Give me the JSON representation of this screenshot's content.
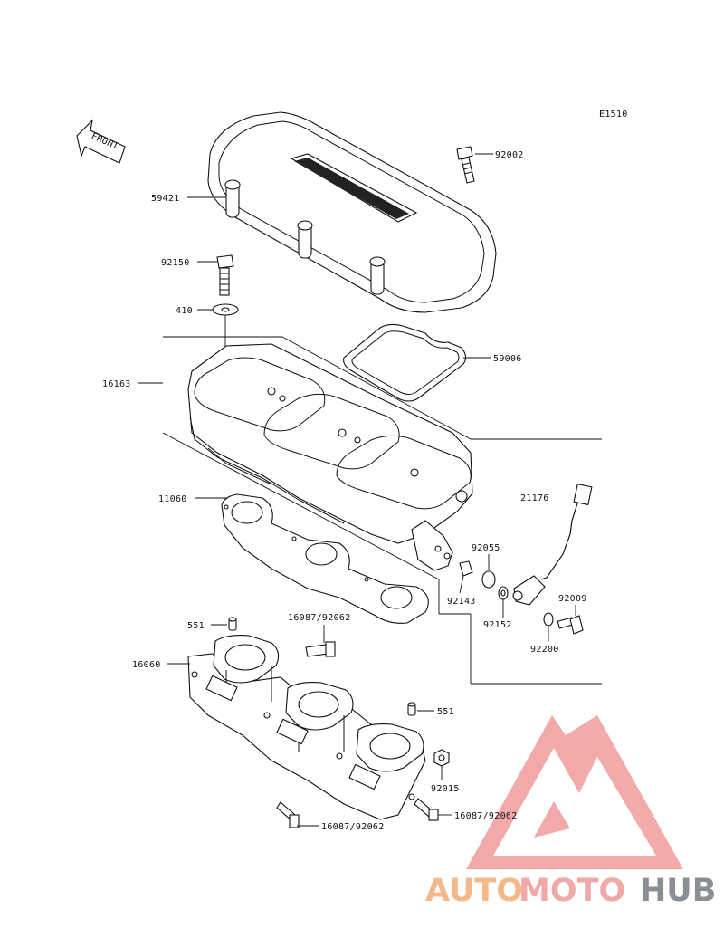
{
  "diagram_code": "E1510",
  "front_label": "FRONT",
  "parts": {
    "p92002": "92002",
    "p59421": "59421",
    "p92150": "92150",
    "p410": "410",
    "p59006": "59006",
    "p16163": "16163",
    "p21176": "21176",
    "p11060": "11060",
    "p92055": "92055",
    "p92143": "92143",
    "p92152": "92152",
    "p92009": "92009",
    "p92200": "92200",
    "p551_a": "551",
    "p16087_a": "16087/92062",
    "p16060": "16060",
    "p551_b": "551",
    "p92015": "92015",
    "p16087_b": "16087/92062",
    "p16087_c": "16087/92062"
  },
  "watermark": {
    "part1": "AUTO",
    "part2": "MOTO",
    "part3": "HUB",
    "color_auto": "#f3b98b",
    "color_moto": "#f0a8a8",
    "color_hub": "#8b8f95",
    "logo_color": "#f08a8a"
  }
}
